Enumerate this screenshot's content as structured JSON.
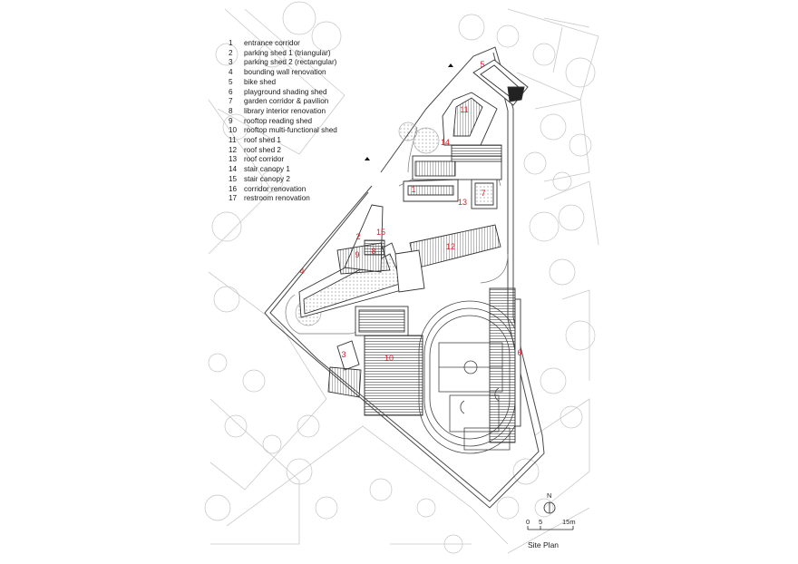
{
  "legend": [
    {
      "num": "1",
      "label": "entrance corridor"
    },
    {
      "num": "2",
      "label": "parking shed 1 (triangular)"
    },
    {
      "num": "3",
      "label": "parking shed 2 (rectangular)"
    },
    {
      "num": "4",
      "label": "bounding wall renovation"
    },
    {
      "num": "5",
      "label": "bike shed"
    },
    {
      "num": "6",
      "label": "playground shading shed"
    },
    {
      "num": "7",
      "label": "garden corridor & pavilion"
    },
    {
      "num": "8",
      "label": "library interior renovation"
    },
    {
      "num": "9",
      "label": "rooftop reading shed"
    },
    {
      "num": "10",
      "label": "rooftop multi-functional shed"
    },
    {
      "num": "11",
      "label": "roof shed 1"
    },
    {
      "num": "12",
      "label": "roof shed 2"
    },
    {
      "num": "13",
      "label": "roof corridor"
    },
    {
      "num": "14",
      "label": "stair canopy 1"
    },
    {
      "num": "15",
      "label": "stair canopy 2"
    },
    {
      "num": "16",
      "label": "corridor renovation"
    },
    {
      "num": "17",
      "label": "restroom renovation"
    }
  ],
  "tags": {
    "t1": "1",
    "t2": "2",
    "t3": "3",
    "t4": "4",
    "t5": "5",
    "t6": "6",
    "t7": "7",
    "t8": "8",
    "t9": "9",
    "t10": "10",
    "t11": "11",
    "t12": "12",
    "t13": "13",
    "t14": "14",
    "t15": "15"
  },
  "north": "N",
  "scale": {
    "zero": "0",
    "five": "5",
    "fifteen": "15m"
  },
  "title": "Site Plan",
  "colors": {
    "accent": "#d4202a",
    "line": "#555555",
    "tree": "#bfbfbf"
  }
}
